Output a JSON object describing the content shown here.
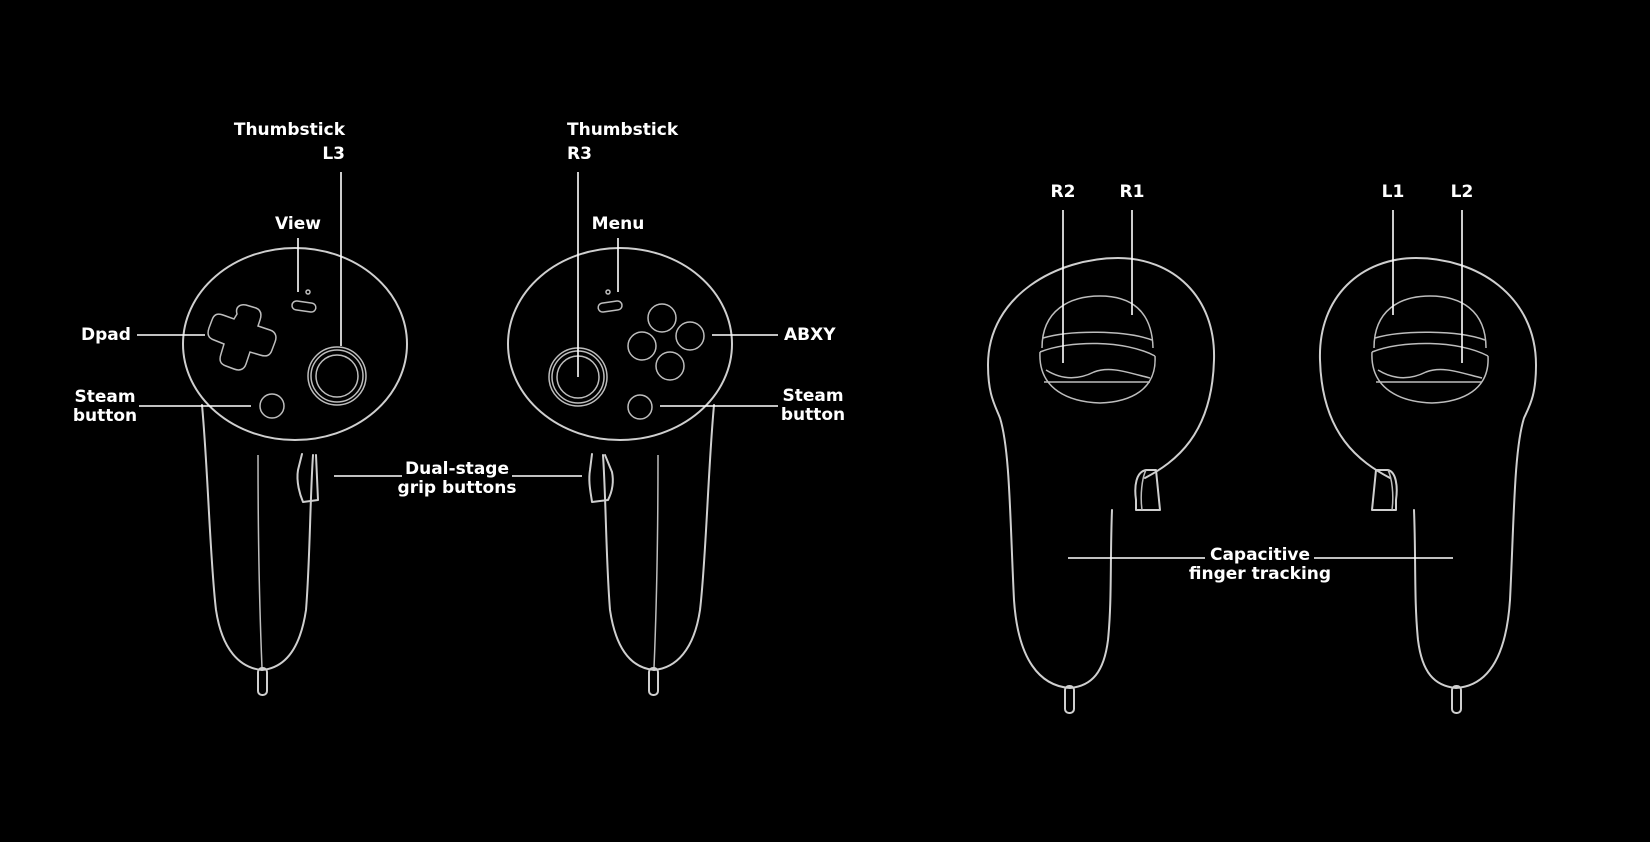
{
  "colors": {
    "background": "#000000",
    "outline": "#cfcfcf",
    "label": "#ffffff"
  },
  "front_view": {
    "left_controller": {
      "labels": {
        "thumbstick": {
          "line1": "Thumbstick",
          "line2": "L3"
        },
        "view": "View",
        "dpad": "Dpad",
        "steam_button": {
          "line1": "Steam",
          "line2": "button"
        }
      }
    },
    "right_controller": {
      "labels": {
        "thumbstick": {
          "line1": "Thumbstick",
          "line2": "R3"
        },
        "menu": "Menu",
        "abxy": "ABXY",
        "steam_button": {
          "line1": "Steam",
          "line2": "button"
        }
      }
    },
    "shared_labels": {
      "grip_buttons": {
        "line1": "Dual-stage",
        "line2": "grip buttons"
      }
    }
  },
  "back_view": {
    "right_controller": {
      "labels": {
        "r2": "R2",
        "r1": "R1"
      }
    },
    "left_controller": {
      "labels": {
        "l1": "L1",
        "l2": "L2"
      }
    },
    "shared_labels": {
      "finger_tracking": {
        "line1": "Capacitive",
        "line2": "finger tracking"
      }
    }
  }
}
